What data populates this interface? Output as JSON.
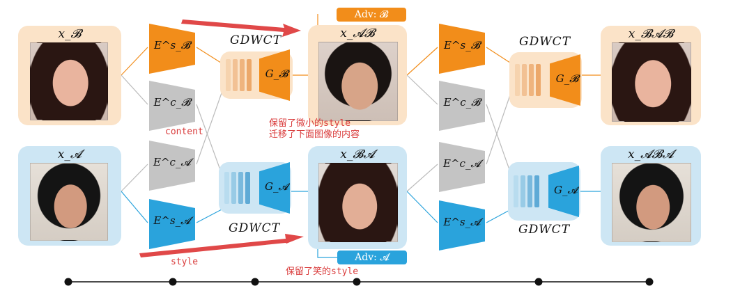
{
  "colors": {
    "orange": "#f28d1a",
    "orange_light": "#fbe3c8",
    "blue": "#2aa3dc",
    "blue_light": "#cde6f4",
    "gray": "#c4c4c4",
    "annotation_red": "#d93b3b"
  },
  "images": {
    "x_b": "x_𝓑",
    "x_a": "x_𝓐",
    "x_ab": "x_𝓐𝓑",
    "x_ba": "x_𝓑𝓐",
    "x_bab": "x_𝓑𝓐𝓑",
    "x_aba": "x_𝓐𝓑𝓐"
  },
  "encoders": {
    "es_b": "E^s_𝓑",
    "ec_b": "E^c_𝓑",
    "ec_a": "E^c_𝓐",
    "es_a": "E^s_𝓐"
  },
  "blocks": {
    "gdwct": "GDWCT",
    "g_b": "G_𝓑",
    "g_a": "G_𝓐"
  },
  "adversarial": {
    "adv_b": "Adv: 𝓑",
    "adv_a": "Adv: 𝓐"
  },
  "annotations": {
    "content": "content",
    "style": "style",
    "small_style_line1": "保留了微小的style",
    "small_style_line2": "迁移了下面图像的内容",
    "smile_style": "保留了笑的style"
  }
}
